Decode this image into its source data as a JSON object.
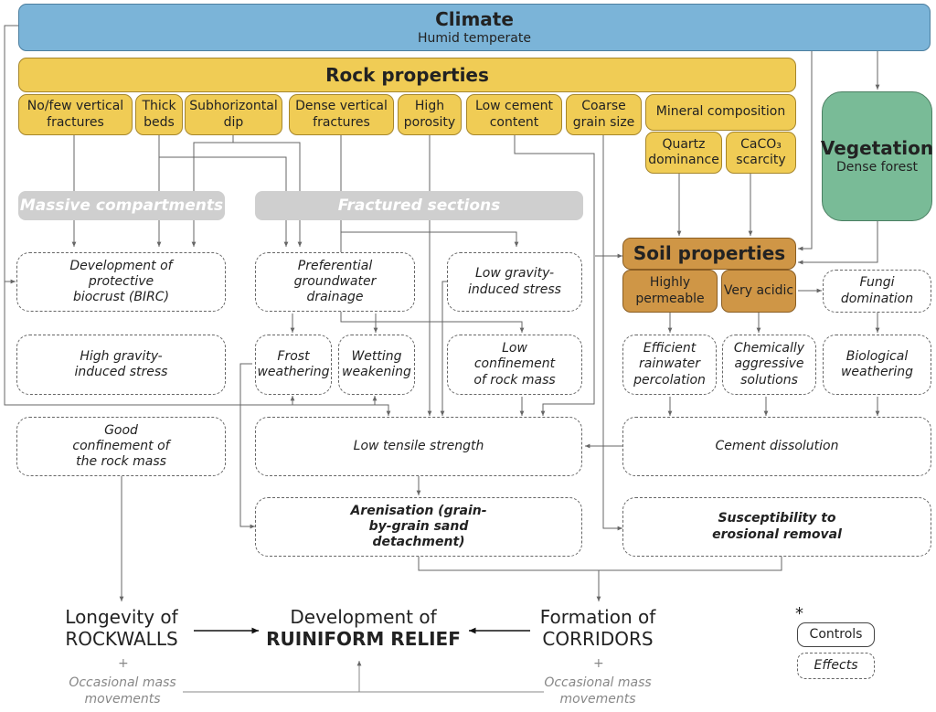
{
  "climate": {
    "title": "Climate",
    "subtitle": "Humid temperate"
  },
  "rock": {
    "title": "Rock properties",
    "items": [
      {
        "label": "No/few vertical fractures"
      },
      {
        "label": "Thick beds"
      },
      {
        "label": "Subhorizontal dip"
      },
      {
        "label": "Dense vertical fractures"
      },
      {
        "label": "High porosity"
      },
      {
        "label": "Low cement content"
      },
      {
        "label": "Coarse grain size"
      },
      {
        "label": "Mineral composition"
      }
    ],
    "mineral_sub": [
      {
        "label": "Quartz dominance"
      },
      {
        "label": "CaCO₃ scarcity"
      }
    ]
  },
  "vegetation": {
    "title": "Vegetation",
    "subtitle": "Dense forest"
  },
  "sections": {
    "massive": "Massive compartments",
    "fractured": "Fractured sections"
  },
  "soil": {
    "title": "Soil properties",
    "items": [
      {
        "label": "Highly permeable"
      },
      {
        "label": "Very acidic"
      }
    ]
  },
  "effects": {
    "biocrust": "Development of protective biocrust (BIRC)",
    "high_stress": "High gravity-induced stress",
    "good_confinement": "Good confinement of the rock mass",
    "groundwater": "Preferential groundwater drainage",
    "low_stress": "Low gravity-induced stress",
    "frost": "Frost weathering",
    "wetting": "Wetting weakening",
    "low_confinement": "Low confinement of rock mass",
    "tensile": "Low tensile strength",
    "arenisation": "Arenisation (grain-by-grain sand detachment)",
    "fungi": "Fungi domination",
    "rainwater": "Efficient rainwater percolation",
    "chem": "Chemically aggressive solutions",
    "bio": "Biological weathering",
    "cement": "Cement dissolution",
    "erosion": "Susceptibility to erosional removal"
  },
  "outcomes": {
    "rockwalls_line1": "Longevity of",
    "rockwalls_line2": "ROCKWALLS",
    "ruiniform_line1": "Development of",
    "ruiniform_line2": "RUINIFORM RELIEF",
    "corridors_line1": "Formation of",
    "corridors_line2": "CORRIDORS",
    "plus": "+",
    "mass_movements": "Occasional mass movements"
  },
  "legend": {
    "star": "*",
    "controls": "Controls",
    "effects": "Effects"
  },
  "colors": {
    "climate": "#7bb4d8",
    "rock": "#f0cc55",
    "vegetation": "#79bb97",
    "soil": "#cf9646",
    "section_bar": "#cfcfcf",
    "connector": "#666666"
  }
}
